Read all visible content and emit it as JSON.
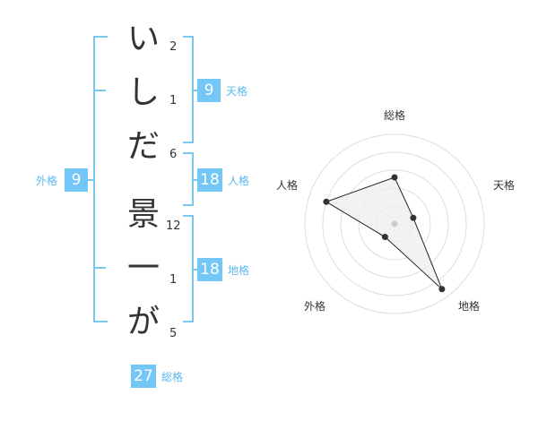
{
  "name": {
    "characters": [
      {
        "char": "い",
        "strokes": "2"
      },
      {
        "char": "し",
        "strokes": "1"
      },
      {
        "char": "だ",
        "strokes": "6"
      },
      {
        "char": "景",
        "strokes": "12"
      },
      {
        "char": "一",
        "strokes": "1"
      },
      {
        "char": "が",
        "strokes": "5"
      }
    ]
  },
  "kakusu": {
    "tenkaku": {
      "value": "9",
      "label": "天格"
    },
    "jinkaku": {
      "value": "18",
      "label": "人格"
    },
    "chikaku": {
      "value": "18",
      "label": "地格"
    },
    "gaikaku": {
      "value": "9",
      "label": "外格"
    },
    "soukaku": {
      "value": "27",
      "label": "総格"
    }
  },
  "radar": {
    "labels": {
      "soukaku": "総格",
      "tenkaku": "天格",
      "chikaku": "地格",
      "gaikaku": "外格",
      "jinkaku": "人格"
    },
    "values": {
      "soukaku": 2.6,
      "tenkaku": 1.1,
      "chikaku": 4.5,
      "gaikaku": 0.9,
      "jinkaku": 4.0
    },
    "max": 5,
    "rings": 5,
    "colors": {
      "fill": "#eeeeee",
      "stroke": "#222222",
      "grid": "#dddddd"
    }
  }
}
